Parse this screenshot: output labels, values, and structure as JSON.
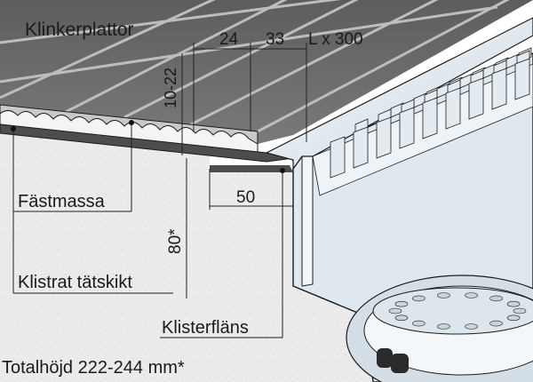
{
  "labels": {
    "tiles": "Klinkerplattor",
    "dim_a": "24",
    "dim_b": "33",
    "dim_len": "L x 300",
    "tile_thickness": "10-22",
    "adhesive": "Fästmassa",
    "dim_flange": "50",
    "membrane": "Klistrat tätskikt",
    "dim_height": "80*",
    "flange": "Klisterfläns",
    "total_height": "Totalhöjd 222-244 mm*"
  },
  "colors": {
    "concrete": "#e9e9e9",
    "tile_top": "#6c6c6c",
    "tile_edge": "#c8c8c8",
    "adhesive": "#f2f2f2",
    "membrane": "#4d4d4d",
    "drain_body": "#dce6ee",
    "steel_light": "#f1f5f8",
    "grate": "#e4ebf0",
    "outline": "#1c1c1c",
    "dim_line": "#222222"
  }
}
